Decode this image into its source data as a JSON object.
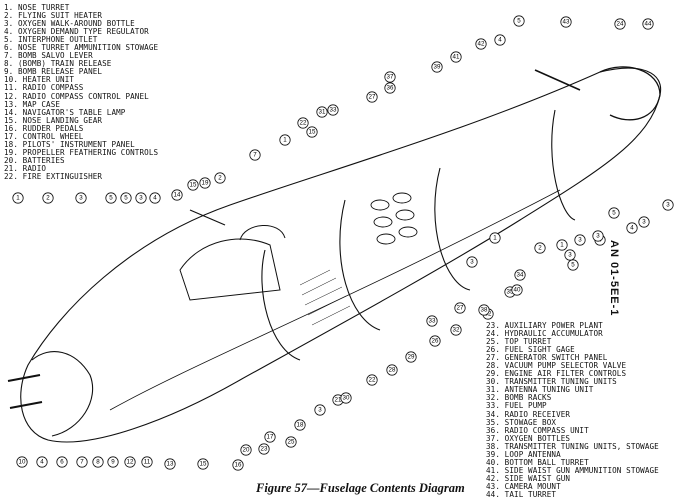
{
  "legend_top": [
    "1. NOSE TURRET",
    "2. FLYING SUIT HEATER",
    "3. OXYGEN WALK-AROUND BOTTLE",
    "4. OXYGEN DEMAND TYPE REGULATOR",
    "5. INTERPHONE OUTLET",
    "6. NOSE TURRET AMMUNITION STOWAGE",
    "7. BOMB SALVO LEVER",
    "8. (BOMB) TRAIN RELEASE",
    "9. BOMB RELEASE PANEL",
    "10. HEATER UNIT",
    "11. RADIO COMPASS",
    "12. RADIO COMPASS CONTROL PANEL",
    "13. MAP CASE",
    "14. NAVIGATOR'S TABLE LAMP",
    "15. NOSE LANDING GEAR",
    "16. RUDDER PEDALS",
    "17. CONTROL WHEEL",
    "18. PILOTS' INSTRUMENT PANEL",
    "19. PROPELLER FEATHERING CONTROLS",
    "20. BATTERIES",
    "21. RADIO",
    "22. FIRE EXTINGUISHER"
  ],
  "legend_bottom": [
    "23. AUXILIARY POWER PLANT",
    "24. HYDRAULIC ACCUMULATOR",
    "25. TOP TURRET",
    "26. FUEL SIGHT GAGE",
    "27. GENERATOR SWITCH PANEL",
    "28. VACUUM PUMP SELECTOR VALVE",
    "29. ENGINE AIR FILTER CONTROLS",
    "30. TRANSMITTER TUNING UNITS",
    "31. ANTENNA TUNING UNIT",
    "32. BOMB RACKS",
    "33. FUEL PUMP",
    "34. RADIO RECEIVER",
    "35. STOWAGE BOX",
    "36. RADIO COMPASS UNIT",
    "37. OXYGEN BOTTLES",
    "38. TRANSMITTER TUNING UNITS, STOWAGE",
    "39. LOOP ANTENNA",
    "40. BOTTOM BALL TURRET",
    "41. SIDE WAIST GUN AMMUNITION STOWAGE",
    "42. SIDE WAIST GUN",
    "43. CAMERA MOUNT",
    "44. TAIL TURRET"
  ],
  "callouts": [
    "1",
    "2",
    "3",
    "5",
    "5",
    "3",
    "4",
    "14",
    "15",
    "19",
    "2",
    "7",
    "1",
    "22",
    "31",
    "27",
    "33",
    "15",
    "36",
    "37",
    "39",
    "41",
    "4",
    "5",
    "42",
    "43",
    "24",
    "44",
    "3",
    "3",
    "4",
    "5",
    "4",
    "5",
    "1",
    "3",
    "3",
    "3",
    "2",
    "1",
    "3",
    "10",
    "4",
    "6",
    "7",
    "8",
    "9",
    "12",
    "11",
    "13",
    "15",
    "16",
    "20",
    "17",
    "18",
    "3",
    "21",
    "22",
    "28",
    "29",
    "26",
    "32",
    "32",
    "35",
    "34",
    "27",
    "33",
    "38",
    "40",
    "30",
    "25",
    "23"
  ],
  "caption": "Figure 57—Fuselage Contents Diagram",
  "document_id": "AN 01-5EE-1"
}
